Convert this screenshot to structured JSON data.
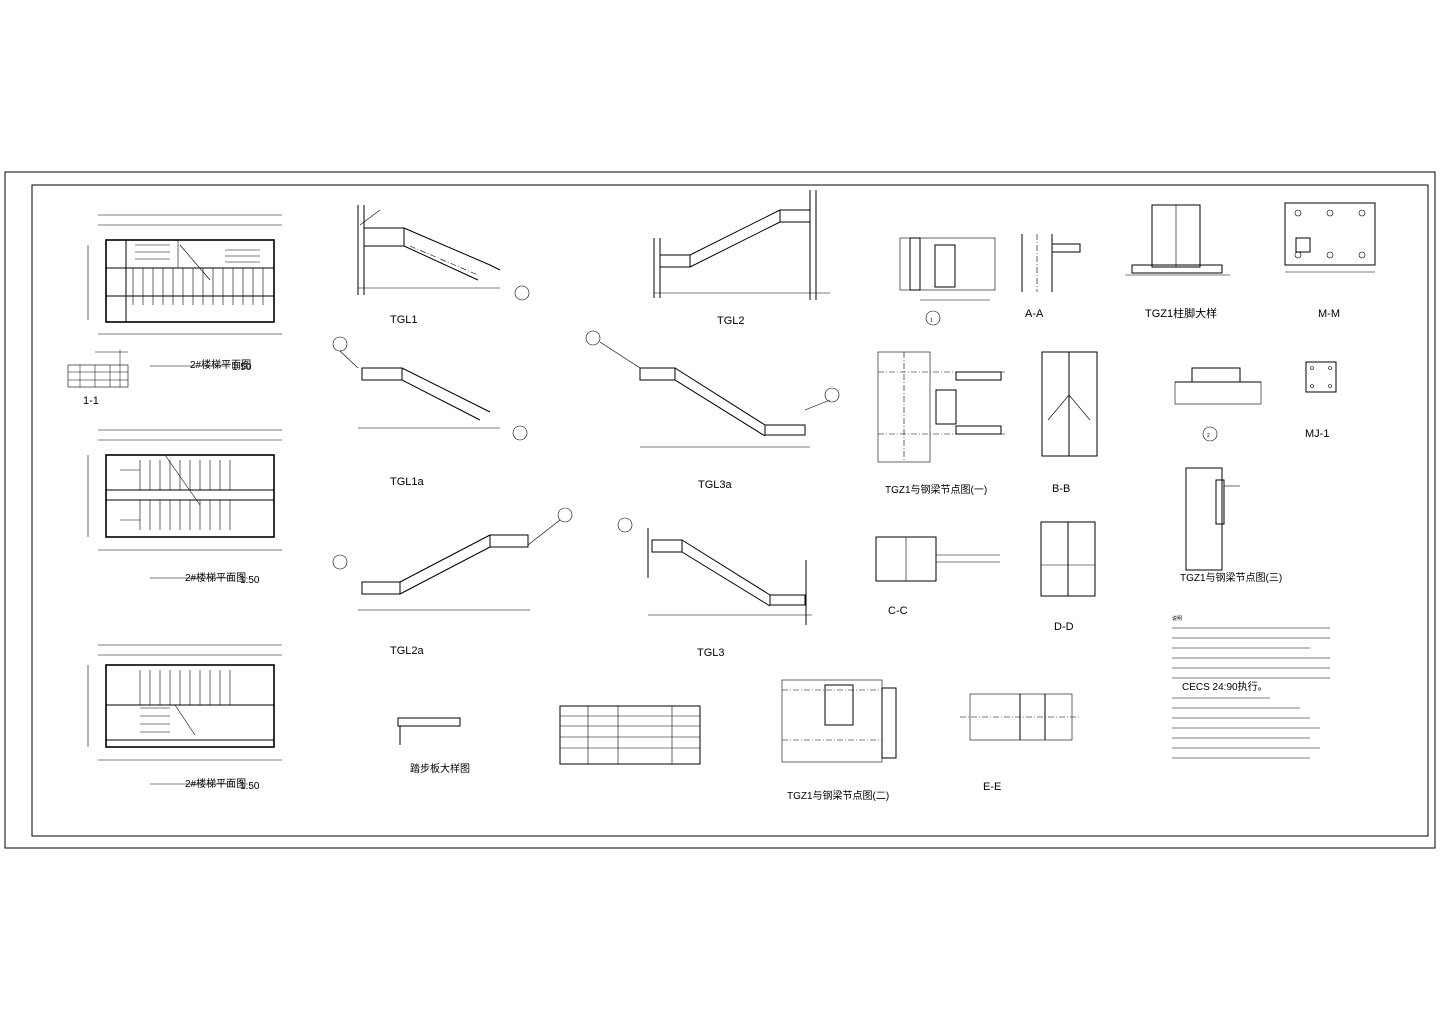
{
  "labels": {
    "tgl1": "TGL1",
    "tgl2": "TGL2",
    "tgl1a": "TGL1a",
    "tgl3a": "TGL3a",
    "tgl2a": "TGL2a",
    "tgl3": "TGL3",
    "detail1": "1",
    "detail2": "2",
    "aa": "A-A",
    "bb": "B-B",
    "cc": "C-C",
    "dd": "D-D",
    "ee": "E-E",
    "mm": "M-M",
    "mj1": "MJ-1",
    "tgz1_foot": "TGZ1柱脚大样",
    "tgz1_node1": "TGZ1与钢梁节点图(一)",
    "tgz1_node2": "TGZ1与钢梁节点图(二)",
    "tgz1_node3": "TGZ1与钢梁节点图(三)",
    "section_11": "1-1",
    "plan1": "2#楼梯平面图",
    "plan2": "2#楼梯平面图",
    "plan3": "2#楼梯平面图",
    "scale1": "1:50",
    "scale2": "1:50",
    "scale3": "1:50",
    "tread_detail": "踏步板大样图",
    "cecs": "CECS 24:90执行。",
    "notes_title": "说明"
  }
}
